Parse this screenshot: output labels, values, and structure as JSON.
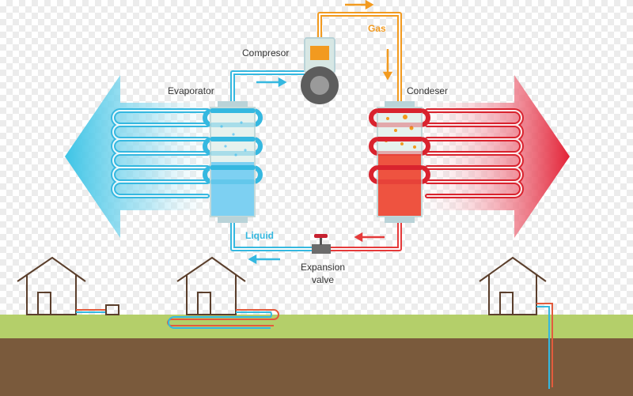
{
  "labels": {
    "compressor": "Compresor",
    "evaporator": "Evaporator",
    "condenser": "Condeser",
    "gas": "Gas",
    "liquid": "Liquid",
    "expansion_line1": "Expansion",
    "expansion_line2": "valve"
  },
  "colors": {
    "cold": "#35b8e0",
    "hot": "#d9232e",
    "gas": "#f29a1f",
    "ground": "#7a5a3c",
    "grass": "#b4cf6a"
  }
}
